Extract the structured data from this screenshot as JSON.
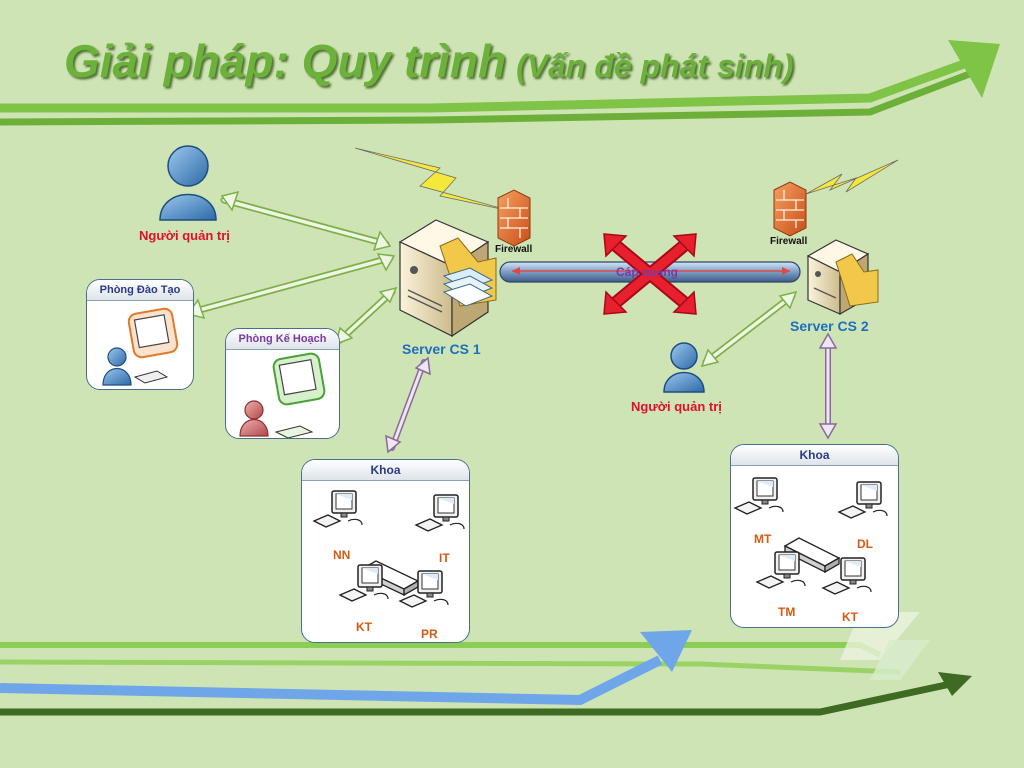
{
  "title": {
    "main": "Giải pháp: Quy trình",
    "sub": "(Vấn đề phát sinh)"
  },
  "site1": {
    "admin_label": "Người quản trị",
    "server_label": "Server CS 1",
    "firewall_label": "Firewall",
    "dept1": "Phòng Đào Tạo",
    "dept2": "Phòng Kế Hoạch",
    "khoa": {
      "header": "Khoa",
      "nodes": [
        "NN",
        "IT",
        "KT",
        "PR"
      ]
    }
  },
  "site2": {
    "admin_label": "Người quản trị",
    "server_label": "Server CS 2",
    "firewall_label": "Firewall",
    "khoa": {
      "header": "Khoa",
      "nodes": [
        "MT",
        "DL",
        "TM",
        "KT"
      ]
    }
  },
  "link": {
    "label": "Cáp quang",
    "status": "broken"
  },
  "colors": {
    "background": "#cfe4b4",
    "title": "#6bb13a",
    "admin_text": "#e0102a",
    "server_text": "#1d6fc0",
    "broken_mark": "#e0102a"
  }
}
